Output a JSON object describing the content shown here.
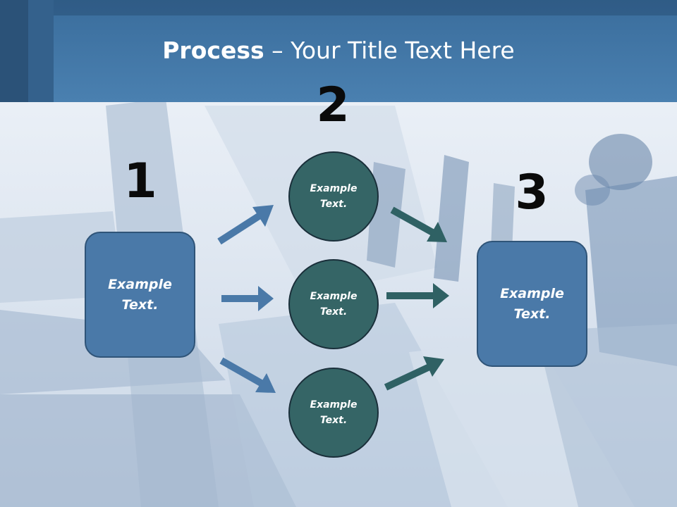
{
  "slide": {
    "title_bold": "Process",
    "title_rest": " – Your Title Text Here"
  },
  "steps": [
    {
      "number": "1",
      "text_line1": "Example",
      "text_line2": "Text."
    },
    {
      "number": "2"
    },
    {
      "number": "3",
      "text_line1": "Example",
      "text_line2": "Text."
    }
  ],
  "circles": [
    {
      "text_line1": "Example",
      "text_line2": "Text."
    },
    {
      "text_line1": "Example",
      "text_line2": "Text."
    },
    {
      "text_line1": "Example",
      "text_line2": "Text."
    }
  ],
  "colors": {
    "header": "#4a80b0",
    "box_fill": "#4a79a8",
    "circle_fill": "#356566",
    "arrow_blue": "#4a79a8",
    "arrow_teal": "#2f6164"
  }
}
